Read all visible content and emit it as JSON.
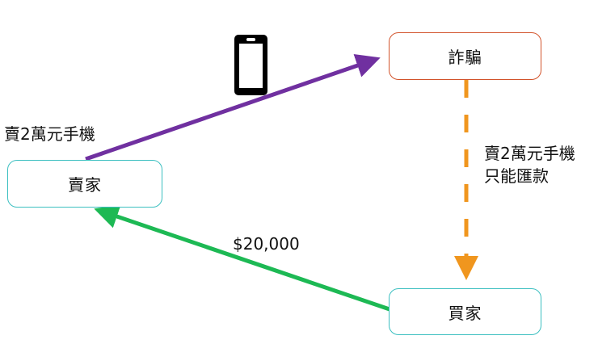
{
  "nodes": {
    "scam": {
      "label": "詐騙",
      "border_color": "#d2532b"
    },
    "seller": {
      "label": "賣家",
      "border_color": "#3bbfc0"
    },
    "buyer": {
      "label": "買家",
      "border_color": "#3bbfc0"
    }
  },
  "edges": {
    "seller_to_scam": {
      "label": "賣2萬元手機",
      "color": "#7030a0",
      "style": "solid"
    },
    "scam_to_buyer": {
      "label_line1": "賣2萬元手機",
      "label_line2": "只能匯款",
      "color": "#f0961e",
      "style": "dashed"
    },
    "buyer_to_seller": {
      "label": "$20,000",
      "color": "#1db954",
      "style": "solid"
    }
  },
  "icons": {
    "phone": "smartphone-icon"
  }
}
